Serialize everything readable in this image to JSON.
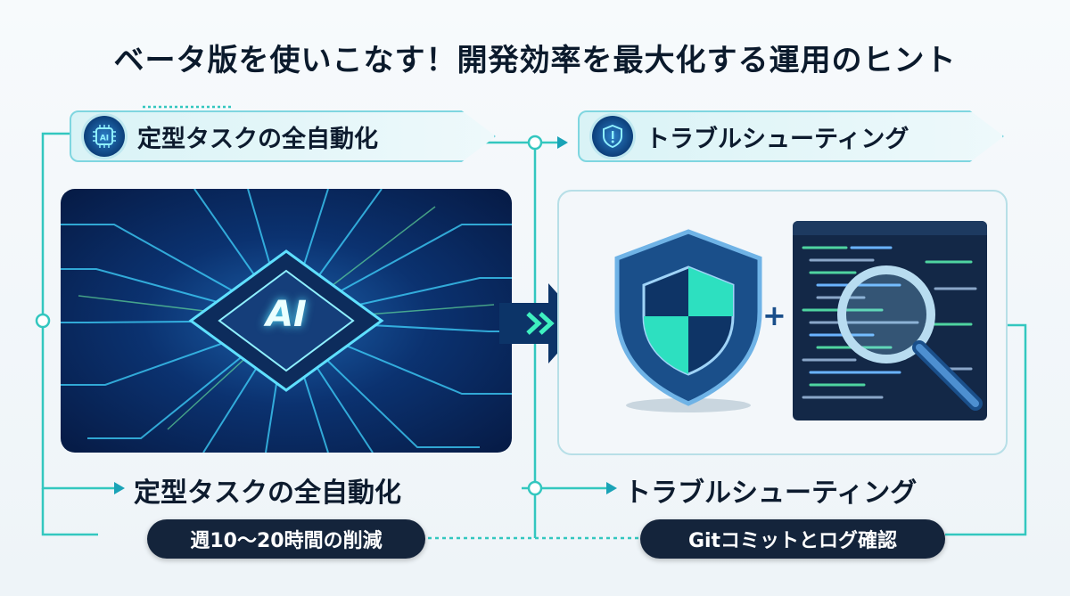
{
  "title": "ベータ版を使いこなす！開発効率を最大化する運用のヒント",
  "left": {
    "header_label": "定型タスクの全自動化",
    "header_icon": "ai-chip-icon",
    "chip_text": "AI",
    "caption": "定型タスクの全自動化",
    "badge": "週10〜20時間の削減"
  },
  "right": {
    "header_label": "トラブルシューティング",
    "header_icon": "shield-alert-icon",
    "plus": "+",
    "caption": "トラブルシューティング",
    "badge": "Gitコミットとログ確認"
  },
  "colors": {
    "accent": "#2fd6c3",
    "navy": "#14243b",
    "pill_bg": "#d9f3f6",
    "card_dark": "#0a2a5a"
  }
}
